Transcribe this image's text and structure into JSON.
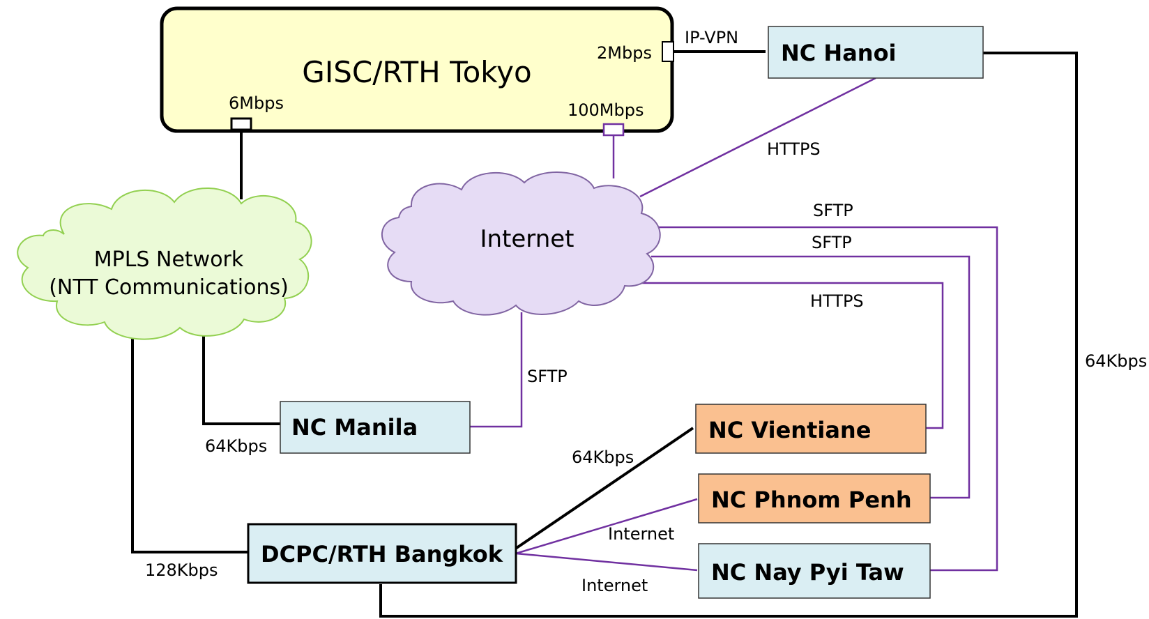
{
  "nodes": {
    "tokyo": "GISC/RTH Tokyo",
    "hanoi": "NC Hanoi",
    "manila": "NC Manila",
    "vientiane": "NC Vientiane",
    "phnom_penh": "NC Phnom Penh",
    "nay_pyi_taw": "NC Nay Pyi Taw",
    "bangkok": "DCPC/RTH Bangkok"
  },
  "clouds": {
    "mpls_line1": "MPLS Network",
    "mpls_line2": "(NTT Communications)",
    "internet": "Internet"
  },
  "ports": {
    "tokyo_6m": "6Mbps",
    "tokyo_100m": "100Mbps",
    "tokyo_2m": "2Mbps"
  },
  "links": {
    "ipvpn": "IP-VPN",
    "https_hanoi": "HTTPS",
    "sftp_1": "SFTP",
    "sftp_2": "SFTP",
    "https_vientiane": "HTTPS",
    "sftp_manila": "SFTP",
    "kbps_manila": "64Kbps",
    "kbps_vientiane": "64Kbps",
    "kbps_hanoi": "64Kbps",
    "kbps_bangkok": "128Kbps",
    "internet_pp": "Internet",
    "internet_npt": "Internet"
  },
  "colors": {
    "tokyo_fill": "#FFFFCC",
    "nc_blue": "#DAEEF3",
    "nc_orange": "#FAC090",
    "mpls_fill": "#EBFAD7",
    "mpls_stroke": "#92D050",
    "internet_fill": "#E6DCF5",
    "internet_stroke": "#8064A2",
    "purple_link": "#7030A0",
    "black_link": "#000000"
  }
}
